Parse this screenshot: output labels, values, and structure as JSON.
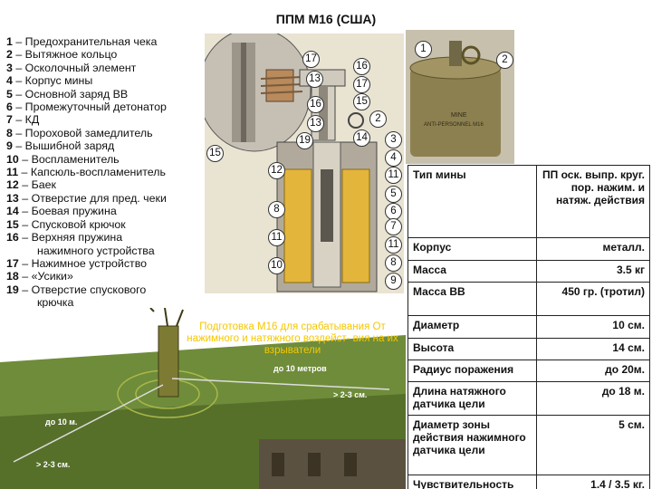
{
  "title": "ППМ М16 (США)",
  "legend": [
    {
      "num": "1",
      "text": " – Предохранительная чека",
      "cont": ""
    },
    {
      "num": "2",
      "text": " – Вытяжное кольцо",
      "cont": ""
    },
    {
      "num": "3",
      "text": " – Осколочный элемент",
      "cont": ""
    },
    {
      "num": "4",
      "text": " – Корпус мины",
      "cont": ""
    },
    {
      "num": "5",
      "text": " – Основной заряд ВВ",
      "cont": ""
    },
    {
      "num": "6",
      "text": " – Промежуточный детонатор",
      "cont": ""
    },
    {
      "num": "7",
      "text": " – КД",
      "cont": ""
    },
    {
      "num": "8",
      "text": " – Пороховой замедлитель",
      "cont": ""
    },
    {
      "num": "9",
      "text": " – Вышибной заряд",
      "cont": ""
    },
    {
      "num": "10",
      "text": " – Воспламенитель",
      "cont": ""
    },
    {
      "num": "11",
      "text": " – Капсюль-воспламенитель",
      "cont": ""
    },
    {
      "num": "12",
      "text": " – Баек",
      "cont": ""
    },
    {
      "num": "13",
      "text": " – Отверстие для пред. чеки",
      "cont": ""
    },
    {
      "num": "14",
      "text": " – Боевая пружина",
      "cont": ""
    },
    {
      "num": "15",
      "text": " – Спусковой крючок",
      "cont": ""
    },
    {
      "num": "16",
      "text": " – Верхняя пружина",
      "cont": "нажимного устройства"
    },
    {
      "num": "17",
      "text": " – Нажимное устройство",
      "cont": ""
    },
    {
      "num": "18",
      "text": " – «Усики»",
      "cont": ""
    },
    {
      "num": "19",
      "text": " – Отверстие спускового",
      "cont": "крючка"
    }
  ],
  "cutaway_labels": [
    "17",
    "16",
    "13",
    "17",
    "16",
    "15",
    "13",
    "2",
    "19",
    "14",
    "3",
    "15",
    "4",
    "12",
    "11",
    "5",
    "6",
    "8",
    "7",
    "11",
    "11",
    "8",
    "10",
    "9"
  ],
  "photo": {
    "callouts": [
      "1",
      "2"
    ],
    "can_text_1": "MINE",
    "can_text_2": "ANTI-PERSONNEL M16"
  },
  "specs": [
    {
      "label": "Тип мины",
      "value": "ПП оск. выпр. круг. пор. нажим. и натяж. действия"
    },
    {
      "label": "Корпус",
      "value": "металл."
    },
    {
      "label": "Масса",
      "value": "3.5 кг"
    },
    {
      "label": "Масса ВВ",
      "value": "450 гр. (тротил)"
    },
    {
      "label": "Диаметр",
      "value": "10 см."
    },
    {
      "label": "Высота",
      "value": "14 см."
    },
    {
      "label": "Радиус поражения",
      "value": "до 20м."
    },
    {
      "label": "Длина натяжного датчика цели",
      "value": "до 18 м."
    },
    {
      "label": "Диаметр зоны действия нажимного датчика цели",
      "value": "5 см."
    },
    {
      "label": "Чувствительность",
      "value": "1.4 / 3.5 кг."
    }
  ],
  "field": {
    "caption": "Подготовка М16 для срабатывания От нажимного и натяжного воздейст- вия на их взрыватели",
    "dim_10m_top": "до 10 метров",
    "dim_2_3_right": "> 2-3 см.",
    "dim_10m_left": "до 10 м.",
    "dim_2_3_left": "> 2-3 см."
  },
  "colors": {
    "caption": "#f5c800",
    "field_ground": "#6f8c3a",
    "mine": "#8a7f3a"
  }
}
